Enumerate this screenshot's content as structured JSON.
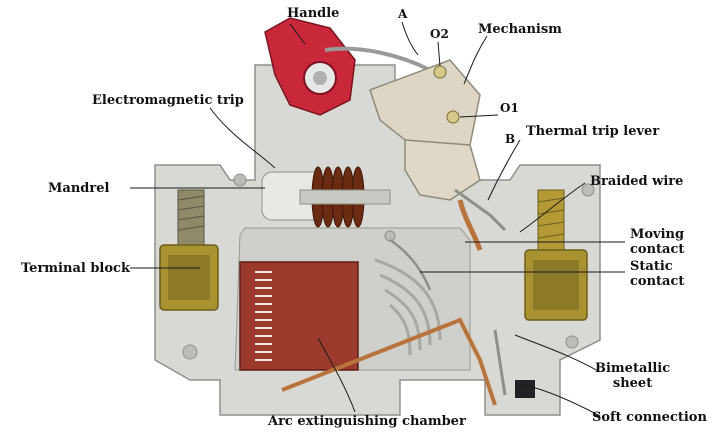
{
  "labels": {
    "handle": "Handle",
    "a": "A",
    "o2": "O2",
    "mechanism": "Mechanism",
    "electromagnetic_trip": "Electromagnetic trip",
    "o1": "O1",
    "thermal_trip_lever": "Thermal trip lever",
    "b": "B",
    "mandrel": "Mandrel",
    "braided_wire": "Braided wire",
    "moving_contact_1": "Moving",
    "moving_contact_2": "contact",
    "terminal_block": "Terminal block",
    "static_contact_1": "Static",
    "static_contact_2": "contact",
    "bimetallic_sheet_1": "Bimetallic",
    "bimetallic_sheet_2": "sheet",
    "soft_connection": "Soft connection",
    "arc_extinguishing_chamber": "Arc extinguishing chamber"
  },
  "colors": {
    "housing": "#d7d7d3",
    "handle": "#c8283a",
    "arc_chamber": "#9c3a2e",
    "coil": "#6b2a12",
    "brass": "#a89330",
    "copper": "#b8743c",
    "leader": "#1a1a1a"
  }
}
